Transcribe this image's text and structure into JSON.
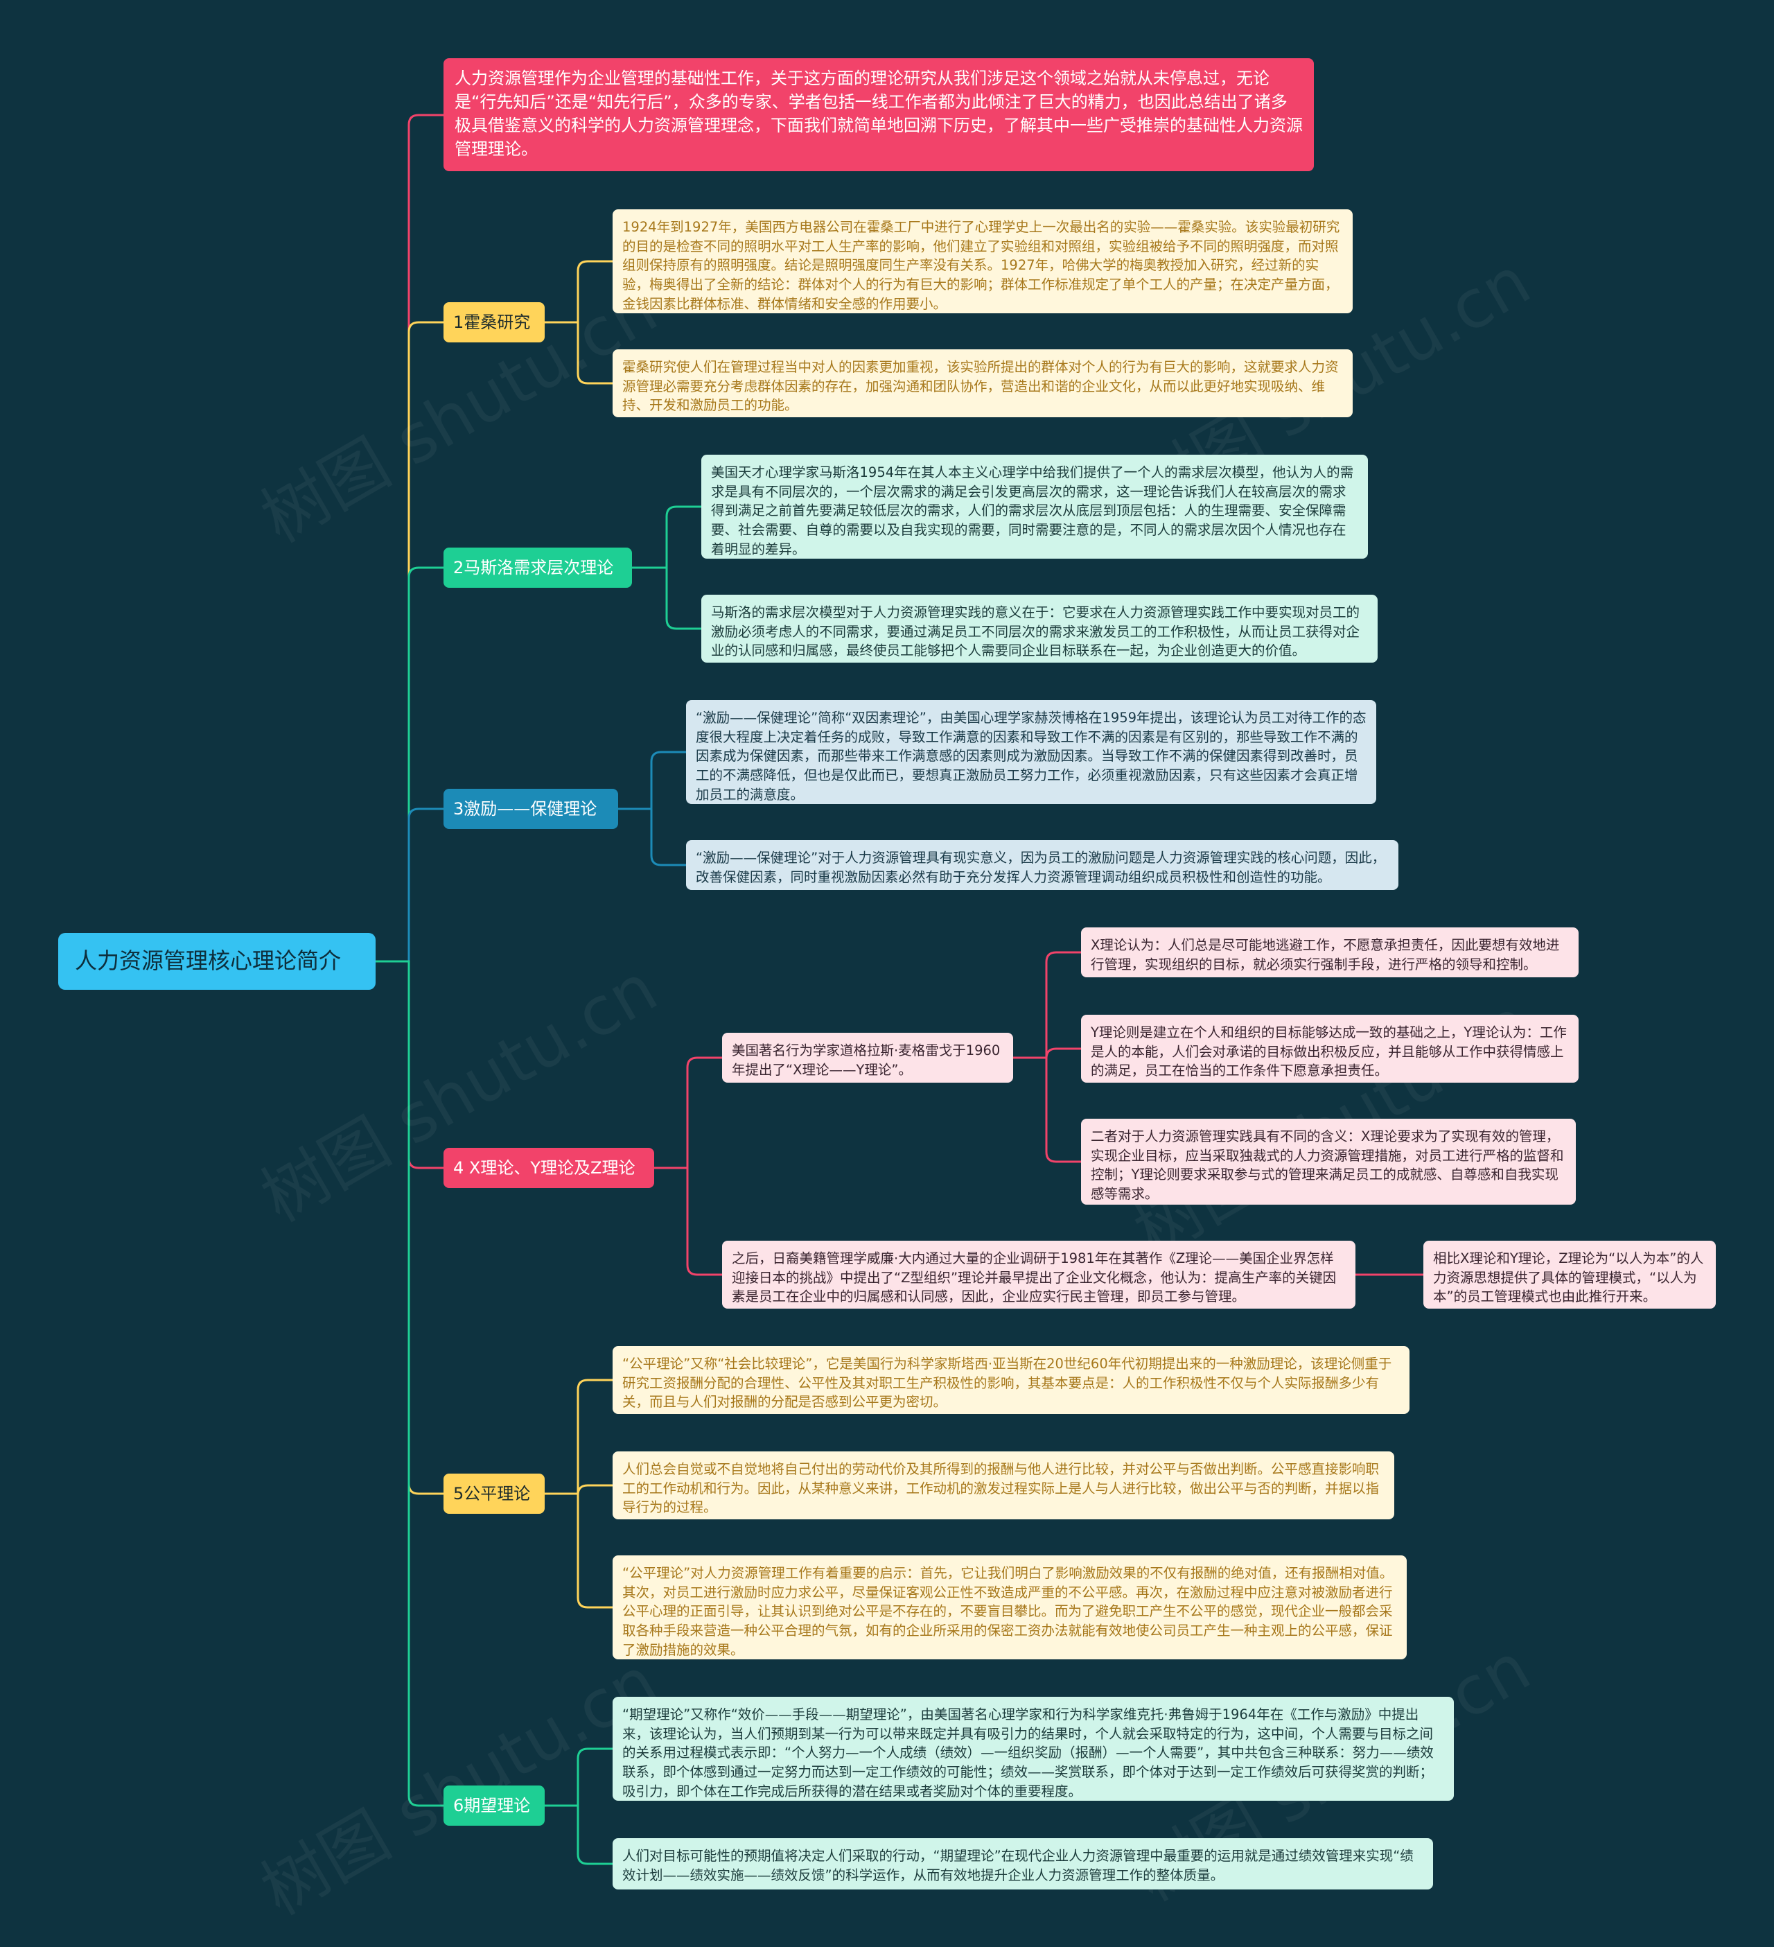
{
  "root": {
    "label": "人力资源管理核心理论简介"
  },
  "intro": {
    "text": "人力资源管理作为企业管理的基础性工作，关于这方面的理论研究从我们涉足这个领域之始就从未停息过，无论是“行先知后”还是“知先行后”，众多的专家、学者包括一线工作者都为此倾注了巨大的精力，也因此总结出了诸多极具借鉴意义的科学的人力资源管理理念，下面我们就简单地回溯下历史，了解其中一些广受推崇的基础性人力资源管理理论。"
  },
  "watermark": "树图 shutu.cn",
  "colors": {
    "background": "#0e3340",
    "root": "#35c2f2",
    "intro": "#f2436a",
    "hawthorne": "#ffd45a",
    "maslow": "#1ecf94",
    "motivation": "#1c8bb7",
    "xyz": "#f2436a",
    "equity": "#ffd45a",
    "expectancy": "#1ecf94"
  },
  "branches": [
    {
      "id": "hawthorne",
      "label": "1霍桑研究",
      "notes": [
        "1924年到1927年，美国西方电器公司在霍桑工厂中进行了心理学史上一次最出名的实验——霍桑实验。该实验最初研究的目的是检查不同的照明水平对工人生产率的影响，他们建立了实验组和对照组，实验组被给予不同的照明强度，而对照组则保持原有的照明强度。结论是照明强度同生产率没有关系。1927年，哈佛大学的梅奥教授加入研究，经过新的实验，梅奥得出了全新的结论：群体对个人的行为有巨大的影响；群体工作标准规定了单个工人的产量；在决定产量方面，金钱因素比群体标准、群体情绪和安全感的作用要小。",
        "霍桑研究使人们在管理过程当中对人的因素更加重视，该实验所提出的群体对个人的行为有巨大的影响，这就要求人力资源管理必需要充分考虑群体因素的存在，加强沟通和团队协作，营造出和谐的企业文化，从而以此更好地实现吸纳、维持、开发和激励员工的功能。"
      ]
    },
    {
      "id": "maslow",
      "label": "2马斯洛需求层次理论",
      "notes": [
        "美国天才心理学家马斯洛1954年在其人本主义心理学中给我们提供了一个人的需求层次模型，他认为人的需求是具有不同层次的，一个层次需求的满足会引发更高层次的需求，这一理论告诉我们人在较高层次的需求得到满足之前首先要满足较低层次的需求，人们的需求层次从底层到顶层包括：人的生理需要、安全保障需要、社会需要、自尊的需要以及自我实现的需要，同时需要注意的是，不同人的需求层次因个人情况也存在着明显的差异。",
        "马斯洛的需求层次模型对于人力资源管理实践的意义在于：它要求在人力资源管理实践工作中要实现对员工的激励必须考虑人的不同需求，要通过满足员工不同层次的需求来激发员工的工作积极性，从而让员工获得对企业的认同感和归属感，最终使员工能够把个人需要同企业目标联系在一起，为企业创造更大的价值。"
      ]
    },
    {
      "id": "motivation",
      "label": "3激励——保健理论",
      "notes": [
        "“激励——保健理论”简称“双因素理论”，由美国心理学家赫茨博格在1959年提出，该理论认为员工对待工作的态度很大程度上决定着任务的成败，导致工作满意的因素和导致工作不满的因素是有区别的，那些导致工作不满的因素成为保健因素，而那些带来工作满意感的因素则成为激励因素。当导致工作不满的保健因素得到改善时，员工的不满感降低，但也是仅此而已，要想真正激励员工努力工作，必须重视激励因素，只有这些因素才会真正增加员工的满意度。",
        "“激励——保健理论”对于人力资源管理具有现实意义，因为员工的激励问题是人力资源管理实践的核心问题，因此，改善保健因素，同时重视激励因素必然有助于充分发挥人力资源管理调动组织成员积极性和创造性的功能。"
      ]
    },
    {
      "id": "xyz",
      "label": "4 X理论、Y理论及Z理论",
      "mcgregor": {
        "text": "美国著名行为学家道格拉斯·麦格雷戈于1960年提出了“X理论——Y理论”。",
        "notes": [
          "X理论认为：人们总是尽可能地逃避工作，不愿意承担责任，因此要想有效地进行管理，实现组织的目标，就必须实行强制手段，进行严格的领导和控制。",
          "Y理论则是建立在个人和组织的目标能够达成一致的基础之上，Y理论认为：工作是人的本能，人们会对承诺的目标做出积极反应，并且能够从工作中获得情感上的满足，员工在恰当的工作条件下愿意承担责任。",
          "二者对于人力资源管理实践具有不同的含义：X理论要求为了实现有效的管理，实现企业目标，应当采取独裁式的人力资源管理措施，对员工进行严格的监督和控制；Y理论则要求采取参与式的管理来满足员工的成就感、自尊感和自我实现感等需求。"
        ]
      },
      "ouchi": {
        "text": "之后，日裔美籍管理学威廉·大内通过大量的企业调研于1981年在其著作《Z理论——美国企业界怎样迎接日本的挑战》中提出了“Z型组织”理论并最早提出了企业文化概念，他认为：提高生产率的关键因素是员工在企业中的归属感和认同感，因此，企业应实行民主管理，即员工参与管理。",
        "note": "相比X理论和Y理论，Z理论为“以人为本”的人力资源思想提供了具体的管理模式，“以人为本”的员工管理模式也由此推行开来。"
      }
    },
    {
      "id": "equity",
      "label": "5公平理论",
      "notes": [
        "“公平理论”又称“社会比较理论”，它是美国行为科学家斯塔西·亚当斯在20世纪60年代初期提出来的一种激励理论，该理论侧重于研究工资报酬分配的合理性、公平性及其对职工生产积极性的影响，其基本要点是：人的工作积极性不仅与个人实际报酬多少有关，而且与人们对报酬的分配是否感到公平更为密切。",
        "人们总会自觉或不自觉地将自己付出的劳动代价及其所得到的报酬与他人进行比较，并对公平与否做出判断。公平感直接影响职工的工作动机和行为。因此，从某种意义来讲，工作动机的激发过程实际上是人与人进行比较，做出公平与否的判断，并据以指导行为的过程。",
        "“公平理论”对人力资源管理工作有着重要的启示：首先，它让我们明白了影响激励效果的不仅有报酬的绝对值，还有报酬相对值。其次，对员工进行激励时应力求公平，尽量保证客观公正性不致造成严重的不公平感。再次，在激励过程中应注意对被激励者进行公平心理的正面引导，让其认识到绝对公平是不存在的，不要盲目攀比。而为了避免职工产生不公平的感觉，现代企业一般都会采取各种手段来营造一种公平合理的气氛，如有的企业所采用的保密工资办法就能有效地使公司员工产生一种主观上的公平感，保证了激励措施的效果。"
      ]
    },
    {
      "id": "expectancy",
      "label": "6期望理论",
      "notes": [
        "“期望理论”又称作“效价——手段——期望理论”，由美国著名心理学家和行为科学家维克托·弗鲁姆于1964年在《工作与激励》中提出来，该理论认为，当人们预期到某一行为可以带来既定并具有吸引力的结果时，个人就会采取特定的行为，这中间，个人需要与目标之间的关系用过程模式表示即：“个人努力—一个人成绩（绩效）—一组织奖励（报酬）—一个人需要”，其中共包含三种联系：努力——绩效联系，即个体感到通过一定努力而达到一定工作绩效的可能性；绩效——奖赏联系，即个体对于达到一定工作绩效后可获得奖赏的判断；吸引力，即个体在工作完成后所获得的潜在结果或者奖励对个体的重要程度。",
        "人们对目标可能性的预期值将决定人们采取的行动，“期望理论”在现代企业人力资源管理中最重要的运用就是通过绩效管理来实现“绩效计划——绩效实施——绩效反馈”的科学运作，从而有效地提升企业人力资源管理工作的整体质量。"
      ]
    }
  ]
}
